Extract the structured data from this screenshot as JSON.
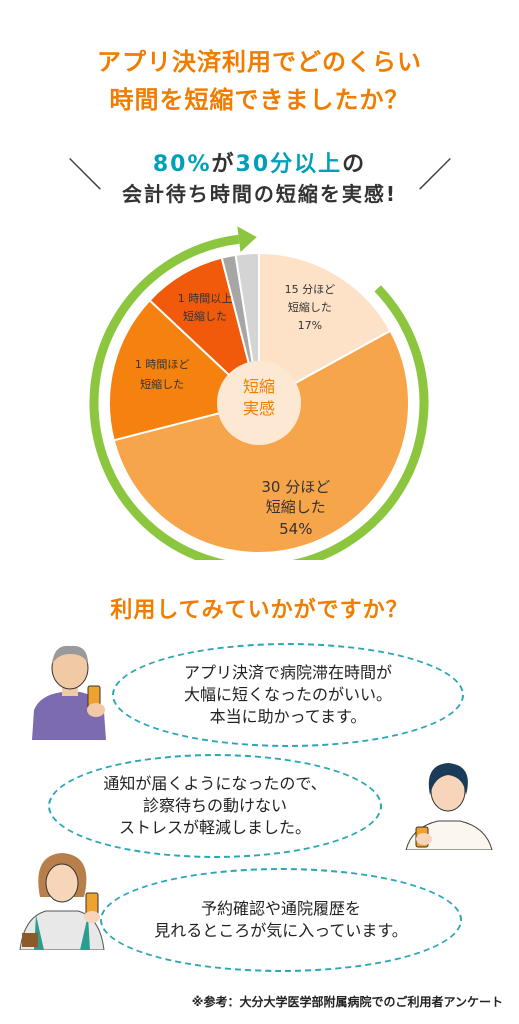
{
  "header": {
    "title_line1": "アプリ決済利用でどのくらい",
    "title_line2": "時間を短縮できましたか？",
    "sub_a": "80%",
    "sub_b": "が",
    "sub_c": "30分以上",
    "sub_d": "の",
    "sub_line2": "会計待ち時間の短縮を実感!"
  },
  "chart_data": {
    "type": "pie",
    "center_label_1": "短縮",
    "center_label_2": "実感",
    "slices": [
      {
        "label_1": "15 分ほど",
        "label_2": "短縮した",
        "label_3": "17%",
        "value": 17,
        "color": "#fde2c8"
      },
      {
        "label_1": "30 分ほど",
        "label_2": "短縮した",
        "label_3": "54%",
        "value": 54,
        "color": "#f7a54b"
      },
      {
        "label_1": "1 時間ほど",
        "label_2": "短縮した",
        "label_3": "",
        "value": 16,
        "color": "#f5820f"
      },
      {
        "label_1": "1 時間以上",
        "label_2": "短縮した",
        "label_3": "",
        "value": 9,
        "color": "#f05a0a"
      },
      {
        "label_1": "",
        "label_2": "",
        "label_3": "",
        "value": 1.5,
        "color": "#a6a6a6"
      },
      {
        "label_1": "",
        "label_2": "",
        "label_3": "",
        "value": 2.5,
        "color": "#d4d4d4"
      }
    ],
    "arrow_color": "#8cc63f"
  },
  "section2": {
    "title": "利用してみていかがですか？"
  },
  "comments": [
    {
      "line1": "アプリ決済で病院滞在時間が",
      "line2": "大幅に短くなったのがいい。",
      "line3": "本当に助かってます。"
    },
    {
      "line1": "通知が届くようになったので、",
      "line2": "診察待ちの動けない",
      "line3": "ストレスが軽減しました。"
    },
    {
      "line1": "予約確認や通院履歴を",
      "line2": "見れるところが気に入っています。",
      "line3": ""
    }
  ],
  "footnote": "※参考：大分大学医学部附属病院でのご利用者アンケート"
}
